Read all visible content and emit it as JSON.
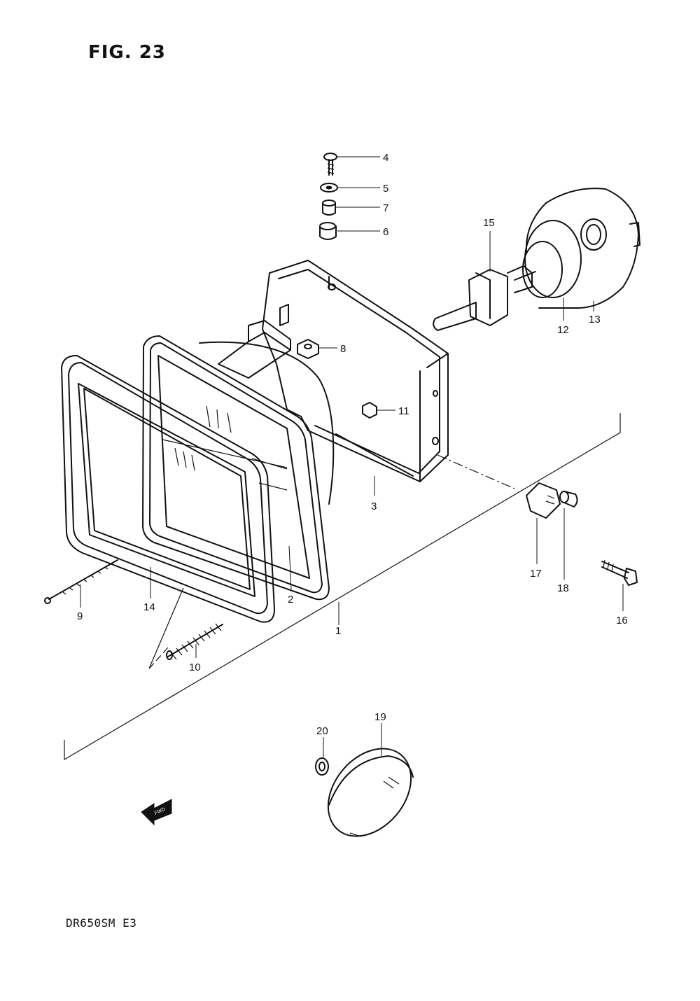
{
  "figure": {
    "title": "FIG. 23",
    "model": "DR650SM  E3"
  },
  "callouts": [
    {
      "id": "1",
      "label": "1"
    },
    {
      "id": "2",
      "label": "2"
    },
    {
      "id": "3",
      "label": "3"
    },
    {
      "id": "4",
      "label": "4"
    },
    {
      "id": "5",
      "label": "5"
    },
    {
      "id": "6",
      "label": "6"
    },
    {
      "id": "7",
      "label": "7"
    },
    {
      "id": "8",
      "label": "8"
    },
    {
      "id": "9",
      "label": "9"
    },
    {
      "id": "10",
      "label": "10"
    },
    {
      "id": "11",
      "label": "11"
    },
    {
      "id": "12",
      "label": "12"
    },
    {
      "id": "13",
      "label": "13"
    },
    {
      "id": "14",
      "label": "14"
    },
    {
      "id": "15",
      "label": "15"
    },
    {
      "id": "16",
      "label": "16"
    },
    {
      "id": "17",
      "label": "17"
    },
    {
      "id": "18",
      "label": "18"
    },
    {
      "id": "19",
      "label": "19"
    },
    {
      "id": "20",
      "label": "20"
    }
  ],
  "arrow_badge": {
    "text": "FWD",
    "icon": "forward-arrow-icon"
  },
  "colors": {
    "ink": "#111111",
    "paper": "#ffffff"
  }
}
